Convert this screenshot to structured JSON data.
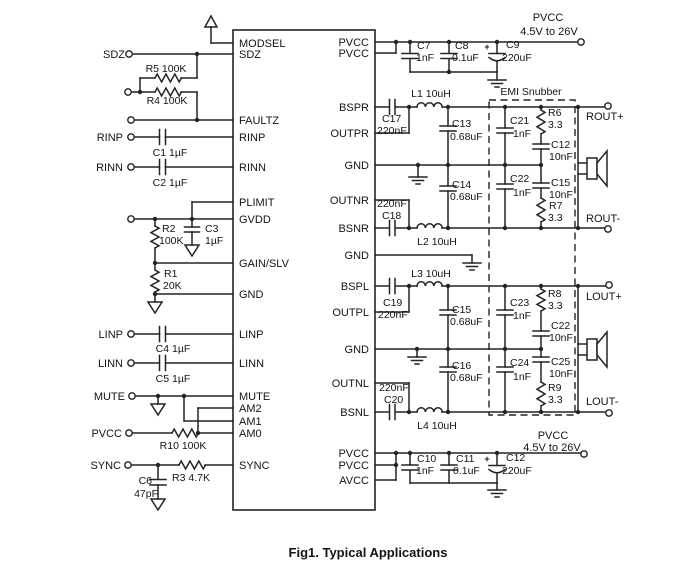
{
  "figure": {
    "caption": "Fig1. Typical Applications"
  },
  "ic": {
    "left_pins": [
      "MODSEL",
      "SDZ",
      "FAULTZ",
      "RINP",
      "RINN",
      "PLIMIT",
      "GVDD",
      "GAIN/SLV",
      "GND",
      "LINP",
      "LINN",
      "MUTE",
      "AM2",
      "AM1",
      "AM0",
      "SYNC"
    ],
    "right_pins": [
      "PVCC",
      "PVCC",
      "BSPR",
      "OUTPR",
      "GND",
      "OUTNR",
      "BSNR",
      "GND",
      "BSPL",
      "OUTPL",
      "GND",
      "OUTNL",
      "BSNL",
      "PVCC",
      "PVCC",
      "AVCC"
    ]
  },
  "terminals": {
    "sdz": "SDZ",
    "rinp": "RINP",
    "rinn": "RINN",
    "linp": "LINP",
    "linn": "LINN",
    "mute": "MUTE",
    "pvcc_in": "PVCC",
    "sync": "SYNC",
    "rout_p": "ROUT+",
    "rout_n": "ROUT-",
    "lout_p": "LOUT+",
    "lout_n": "LOUT-"
  },
  "power": {
    "top": {
      "name": "PVCC",
      "range": "4.5V to 26V"
    },
    "bottom": {
      "name": "PVCC",
      "range": "4.5V to 26V"
    }
  },
  "snubber": {
    "label": "EMI Snubber"
  },
  "components": {
    "r5": "R5 100K",
    "r4": "R4 100K",
    "c1": "C1 1µF",
    "c2": "C2 1µF",
    "r2": {
      "name": "R2",
      "value": "100K"
    },
    "c3": {
      "name": "C3",
      "value": "1µF"
    },
    "r1": {
      "name": "R1",
      "value": "20K"
    },
    "c4": "C4 1µF",
    "c5": "C5 1µF",
    "r10": "R10 100K",
    "r3": "R3 4.7K",
    "c6": {
      "name": "C6",
      "value": "47pF"
    },
    "c7": {
      "name": "C7",
      "value": "1nF"
    },
    "c8": {
      "name": "C8",
      "value": "0.1uF"
    },
    "c9": {
      "name": "C9",
      "value": "220uF",
      "polarity": "+"
    },
    "c10": {
      "name": "C10",
      "value": "1nF"
    },
    "c11": {
      "name": "C11",
      "value": "0.1uF"
    },
    "c12_bulk": {
      "name": "C12",
      "value": "220uF",
      "polarity": "+"
    },
    "l1": "L1 10uH",
    "l2": "L2 10uH",
    "l3": "L3 10uH",
    "l4": "L4 10uH",
    "c17": {
      "name": "C17",
      "value": "220nF"
    },
    "c18": {
      "name": "C18",
      "value": "220nF"
    },
    "c19": {
      "name": "C19",
      "value": "220nF"
    },
    "c20": {
      "name": "C20",
      "value": "220nF"
    },
    "c13": {
      "name": "C13",
      "value": "0.68uF"
    },
    "c14": {
      "name": "C14",
      "value": "0.68uF"
    },
    "c15_filter": {
      "name": "C15",
      "value": "0.68uF"
    },
    "c16": {
      "name": "C16",
      "value": "0.68uF"
    },
    "c21": {
      "name": "C21",
      "value": "1nF"
    },
    "r6": {
      "name": "R6",
      "value": "3.3"
    },
    "c12_snub": {
      "name": "C12",
      "value": "10nF"
    },
    "c22_snub": {
      "name": "C22",
      "value": "1nF"
    },
    "c15_snub": {
      "name": "C15",
      "value": "10nF"
    },
    "r7": {
      "name": "R7",
      "value": "3.3"
    },
    "c23": {
      "name": "C23",
      "value": "1nF"
    },
    "r8": {
      "name": "R8",
      "value": "3.3"
    },
    "c22_lsnub": {
      "name": "C22",
      "value": "10nF"
    },
    "c24": {
      "name": "C24",
      "value": "1nF"
    },
    "c25": {
      "name": "C25",
      "value": "10nF"
    },
    "r9": {
      "name": "R9",
      "value": "3.3"
    }
  }
}
